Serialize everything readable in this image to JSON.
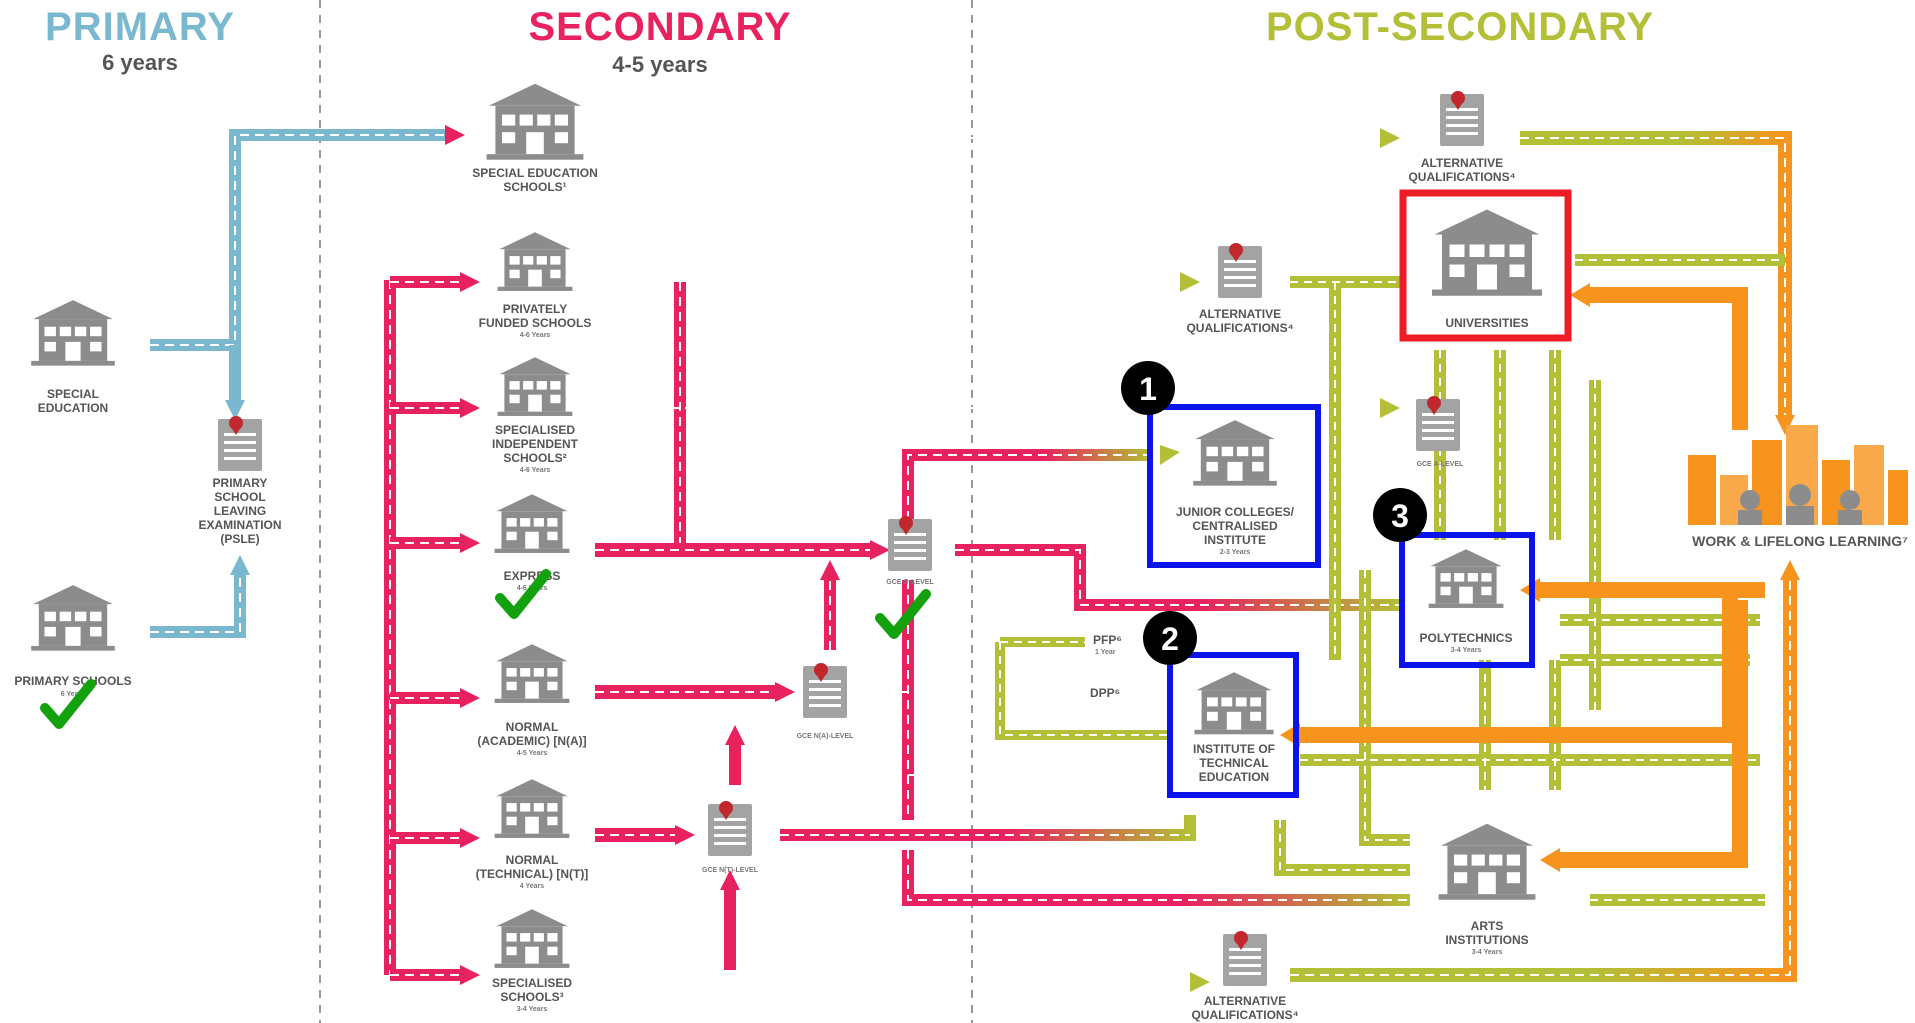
{
  "headers": {
    "primary": {
      "title": "PRIMARY",
      "sub": "6 years"
    },
    "secondary": {
      "title": "SECONDARY",
      "sub": "4-5 years"
    },
    "post": {
      "title": "POST-SECONDARY",
      "sub": ""
    }
  },
  "colors": {
    "primary": "#7ab8cf",
    "secondary": "#e8215f",
    "post": "#b3bf36",
    "work": "#f7941d",
    "grey": "#8c8c8c",
    "highlight_red": "#ee1c24",
    "highlight_blue": "#0a14e8",
    "check": "#13a10e"
  },
  "nodes": {
    "special_education": {
      "l1": "SPECIAL",
      "l2": "EDUCATION"
    },
    "primary_schools": {
      "l1": "PRIMARY SCHOOLS",
      "years": "6 Years"
    },
    "psle": {
      "l1": "PRIMARY",
      "l2": "SCHOOL",
      "l3": "LEAVING",
      "l4": "EXAMINATION",
      "l5": "(PSLE)"
    },
    "special_ed_schools": {
      "l1": "SPECIAL EDUCATION",
      "l2": "SCHOOLS¹"
    },
    "privately_funded": {
      "l1": "PRIVATELY",
      "l2": "FUNDED SCHOOLS",
      "years": "4-6 Years"
    },
    "specialised_independent": {
      "l1": "SPECIALISED",
      "l2": "INDEPENDENT",
      "l3": "SCHOOLS²",
      "years": "4-6 Years"
    },
    "express": {
      "l1": "EXPRESS",
      "years": "4-6 Years"
    },
    "normal_academic": {
      "l1": "NORMAL",
      "l2": "(ACADEMIC) [N(A)]",
      "years": "4-5 Years"
    },
    "normal_technical": {
      "l1": "NORMAL",
      "l2": "(TECHNICAL) [N(T)]",
      "years": "4 Years"
    },
    "specialised_schools": {
      "l1": "SPECIALISED",
      "l2": "SCHOOLS³",
      "years": "3-4 Years"
    },
    "gce_o": {
      "l1": "GCE O-LEVEL"
    },
    "gce_na": {
      "l1": "GCE N(A)-LEVEL"
    },
    "gce_nt": {
      "l1": "GCE N(T)-LEVEL"
    },
    "alt_top": {
      "l1": "ALTERNATIVE",
      "l2": "QUALIFICATIONS⁴"
    },
    "alt_mid": {
      "l1": "ALTERNATIVE",
      "l2": "QUALIFICATIONS⁴"
    },
    "alt_bottom": {
      "l1": "ALTERNATIVE",
      "l2": "QUALIFICATIONS⁴"
    },
    "universities": {
      "l1": "UNIVERSITIES"
    },
    "gce_a": {
      "l1": "GCE A-LEVEL"
    },
    "junior_colleges": {
      "l1": "JUNIOR COLLEGES/",
      "l2": "CENTRALISED",
      "l3": "INSTITUTE",
      "years": "2-3 Years"
    },
    "polytechnics": {
      "l1": "POLYTECHNICS",
      "years": "3-4 Years"
    },
    "ite": {
      "l1": "INSTITUTE OF",
      "l2": "TECHNICAL",
      "l3": "EDUCATION"
    },
    "arts": {
      "l1": "ARTS",
      "l2": "INSTITUTIONS",
      "years": "3-4 Years"
    },
    "work": {
      "l1": "WORK & LIFELONG LEARNING⁷"
    },
    "pfp": {
      "l1": "PFP⁶",
      "years": "1 Year"
    },
    "dpp": {
      "l1": "DPP⁶"
    }
  },
  "badges": [
    {
      "num": "1"
    },
    {
      "num": "2"
    },
    {
      "num": "3"
    }
  ]
}
